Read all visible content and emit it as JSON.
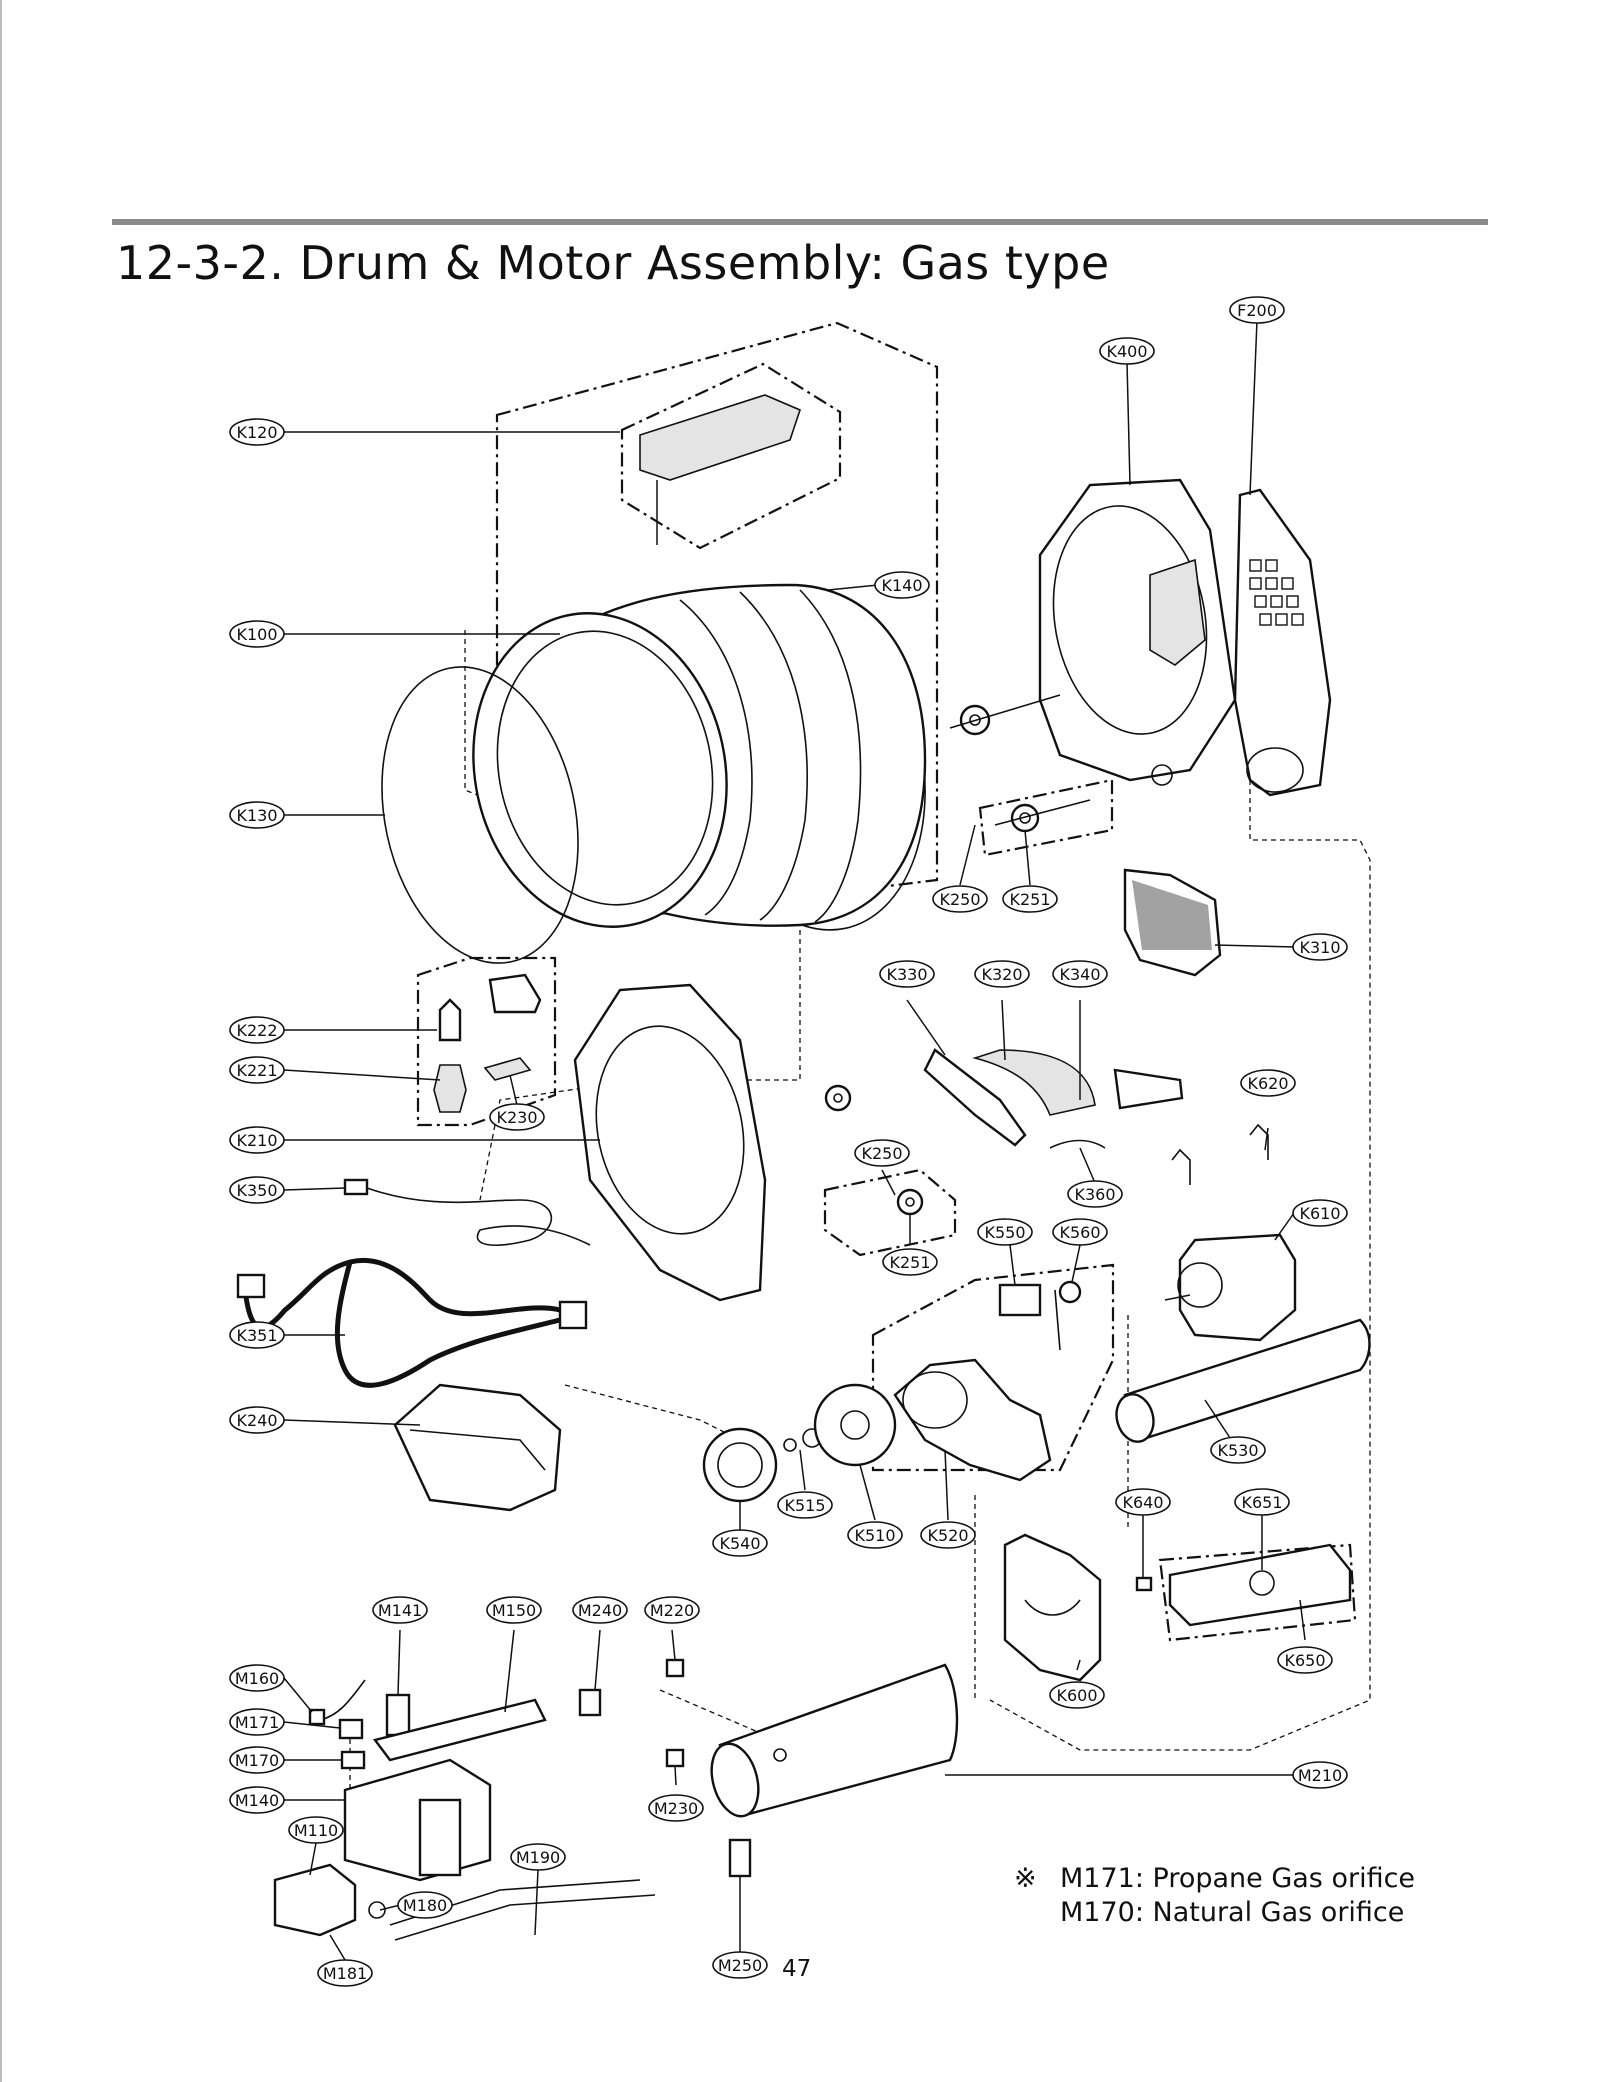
{
  "page": {
    "title": "12-3-2. Drum & Motor Assembly: Gas type",
    "page_number": "47"
  },
  "note": {
    "mark": "※",
    "lines": [
      "M171: Propane Gas orifice",
      "M170: Natural Gas orifice"
    ]
  },
  "callouts": [
    {
      "id": "F200"
    },
    {
      "id": "K400"
    },
    {
      "id": "K120"
    },
    {
      "id": "K140"
    },
    {
      "id": "K100"
    },
    {
      "id": "K130"
    },
    {
      "id": "K250"
    },
    {
      "id": "K251"
    },
    {
      "id": "K310"
    },
    {
      "id": "K330"
    },
    {
      "id": "K320"
    },
    {
      "id": "K340"
    },
    {
      "id": "K222"
    },
    {
      "id": "K221"
    },
    {
      "id": "K230"
    },
    {
      "id": "K620"
    },
    {
      "id": "K210"
    },
    {
      "id": "K360"
    },
    {
      "id": "K250"
    },
    {
      "id": "K350"
    },
    {
      "id": "K610"
    },
    {
      "id": "K550"
    },
    {
      "id": "K560"
    },
    {
      "id": "K251"
    },
    {
      "id": "K351"
    },
    {
      "id": "K240"
    },
    {
      "id": "K530"
    },
    {
      "id": "K515"
    },
    {
      "id": "K540"
    },
    {
      "id": "K510"
    },
    {
      "id": "K520"
    },
    {
      "id": "K640"
    },
    {
      "id": "K651"
    },
    {
      "id": "K650"
    },
    {
      "id": "K600"
    },
    {
      "id": "M141"
    },
    {
      "id": "M150"
    },
    {
      "id": "M240"
    },
    {
      "id": "M220"
    },
    {
      "id": "M160"
    },
    {
      "id": "M171"
    },
    {
      "id": "M170"
    },
    {
      "id": "M140"
    },
    {
      "id": "M210"
    },
    {
      "id": "M230"
    },
    {
      "id": "M110"
    },
    {
      "id": "M190"
    },
    {
      "id": "M180"
    },
    {
      "id": "M181"
    },
    {
      "id": "M250"
    }
  ]
}
